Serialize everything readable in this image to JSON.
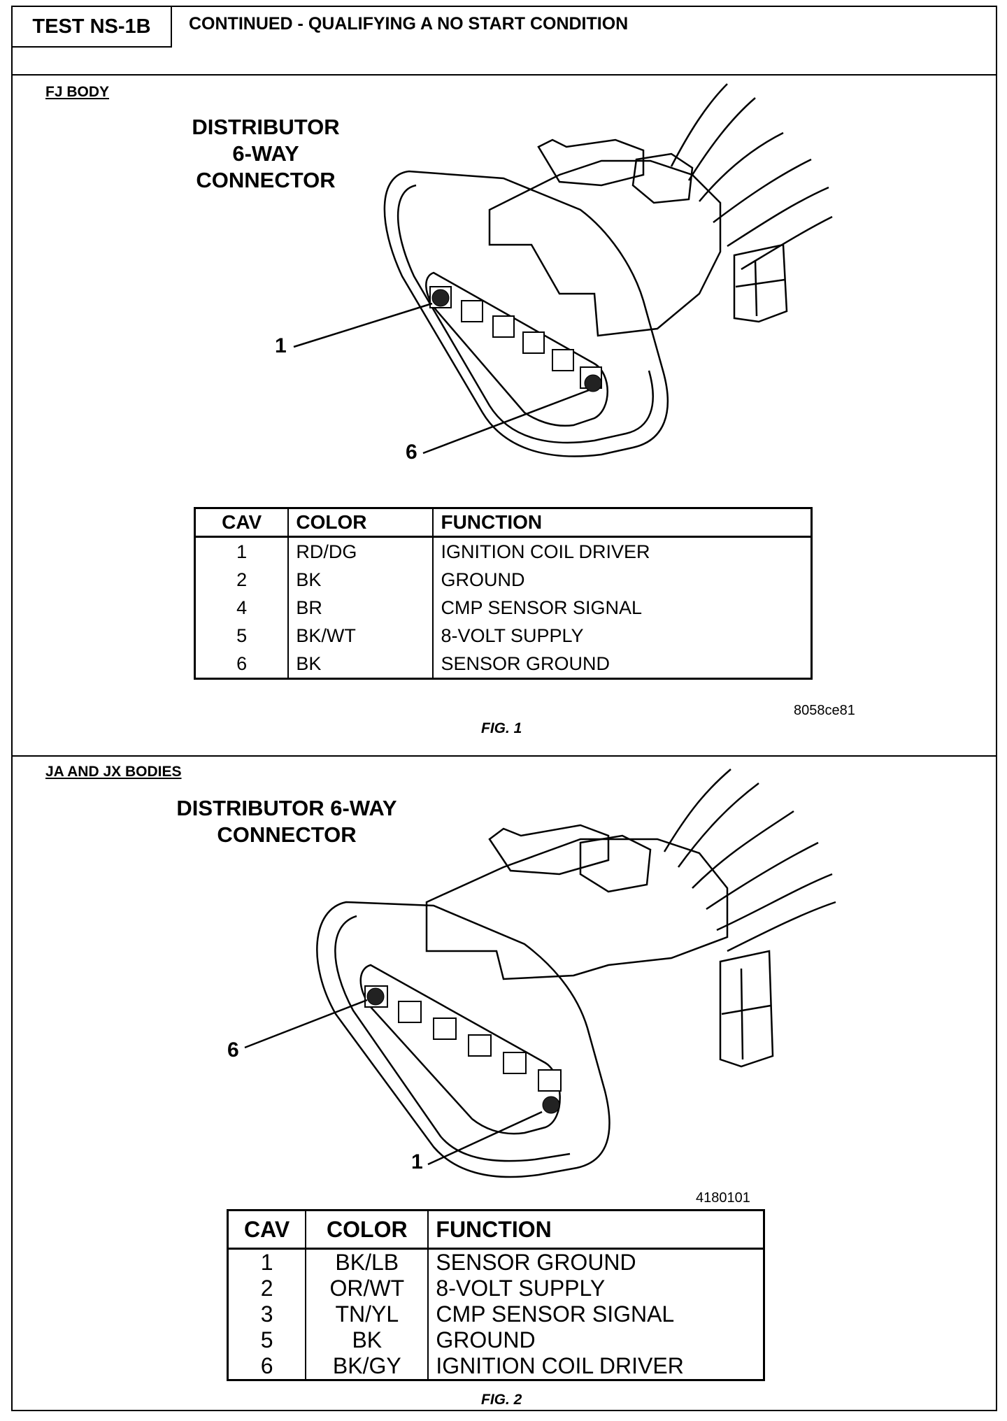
{
  "header": {
    "test_id": "TEST NS-1B",
    "title": "CONTINUED - QUALIFYING A NO START CONDITION"
  },
  "fig1": {
    "section_label": "FJ BODY",
    "connector_title": [
      "DISTRIBUTOR",
      "6-WAY",
      "CONNECTOR"
    ],
    "callout_a": "1",
    "callout_b": "6",
    "headers": {
      "cav": "CAV",
      "color": "COLOR",
      "function": "FUNCTION"
    },
    "rows": [
      {
        "cav": "1",
        "color": "RD/DG",
        "function": "IGNITION COIL DRIVER"
      },
      {
        "cav": "2",
        "color": "BK",
        "function": "GROUND"
      },
      {
        "cav": "4",
        "color": "BR",
        "function": "CMP SENSOR SIGNAL"
      },
      {
        "cav": "5",
        "color": "BK/WT",
        "function": "8-VOLT SUPPLY"
      },
      {
        "cav": "6",
        "color": "BK",
        "function": "SENSOR GROUND"
      }
    ],
    "image_code": "8058ce81",
    "caption": "FIG. 1"
  },
  "fig2": {
    "section_label": "JA AND JX BODIES",
    "connector_title": [
      "DISTRIBUTOR 6-WAY",
      "CONNECTOR"
    ],
    "callout_a": "6",
    "callout_b": "1",
    "image_code": "4180101",
    "headers": {
      "cav": "CAV",
      "color": "COLOR",
      "function": "FUNCTION"
    },
    "rows": [
      {
        "cav": "1",
        "color": "BK/LB",
        "function": "SENSOR GROUND"
      },
      {
        "cav": "2",
        "color": "OR/WT",
        "function": "8-VOLT SUPPLY"
      },
      {
        "cav": "3",
        "color": "TN/YL",
        "function": "CMP SENSOR SIGNAL"
      },
      {
        "cav": "5",
        "color": "BK",
        "function": "GROUND"
      },
      {
        "cav": "6",
        "color": "BK/GY",
        "function": "IGNITION COIL DRIVER"
      }
    ],
    "caption": "FIG. 2"
  }
}
